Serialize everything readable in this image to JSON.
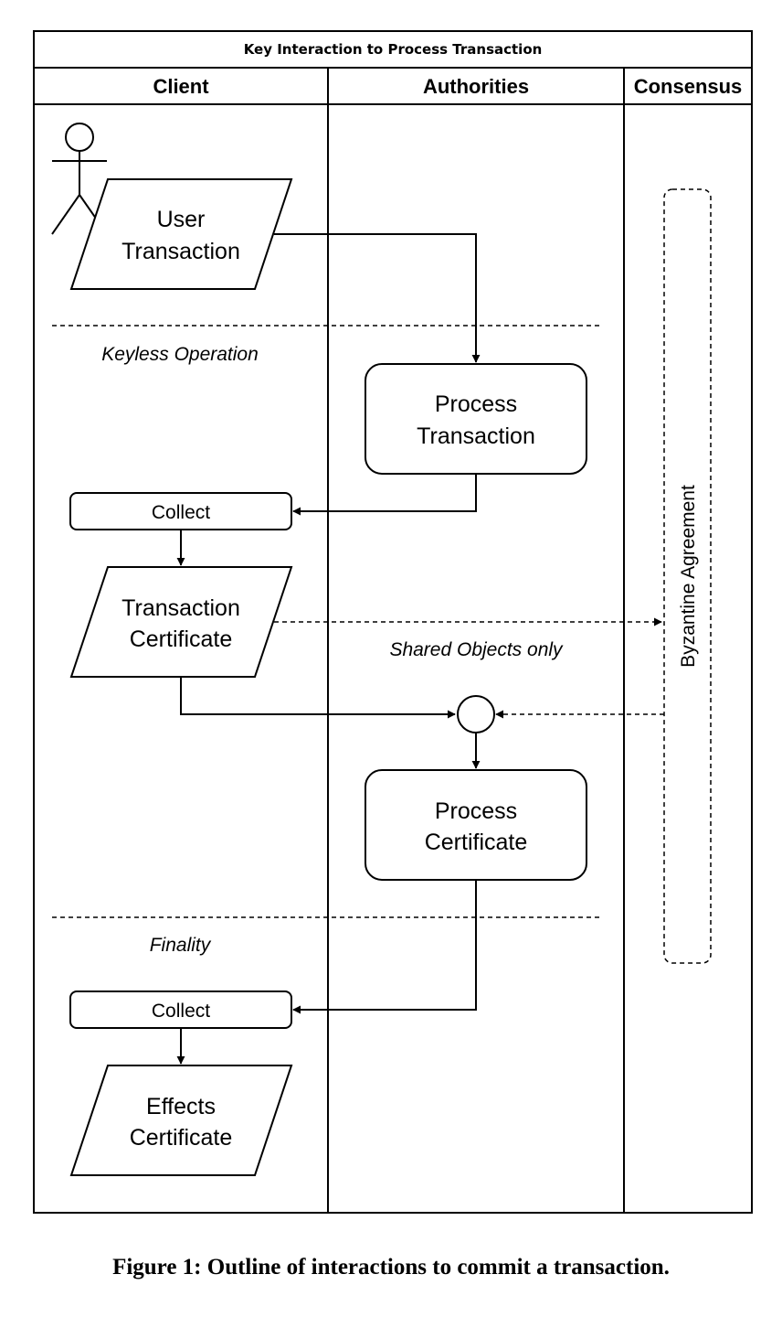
{
  "diagram": {
    "title": "Key Interaction to Process Transaction",
    "lanes": {
      "client": "Client",
      "authorities": "Authorities",
      "consensus": "Consensus"
    },
    "nodes": {
      "user_transaction": [
        "User",
        "Transaction"
      ],
      "process_transaction": [
        "Process",
        "Transaction"
      ],
      "collect_1": "Collect",
      "transaction_certificate": [
        "Transaction",
        "Certificate"
      ],
      "process_certificate": [
        "Process",
        "Certificate"
      ],
      "collect_2": "Collect",
      "effects_certificate": [
        "Effects",
        "Certificate"
      ],
      "byzantine_agreement": "Byzantine Agreement"
    },
    "phases": {
      "keyless_operation": "Keyless Operation",
      "finality": "Finality"
    },
    "edge_labels": {
      "shared_objects_only": "Shared Objects only"
    }
  },
  "caption": "Figure 1: Outline of interactions to commit a transaction."
}
